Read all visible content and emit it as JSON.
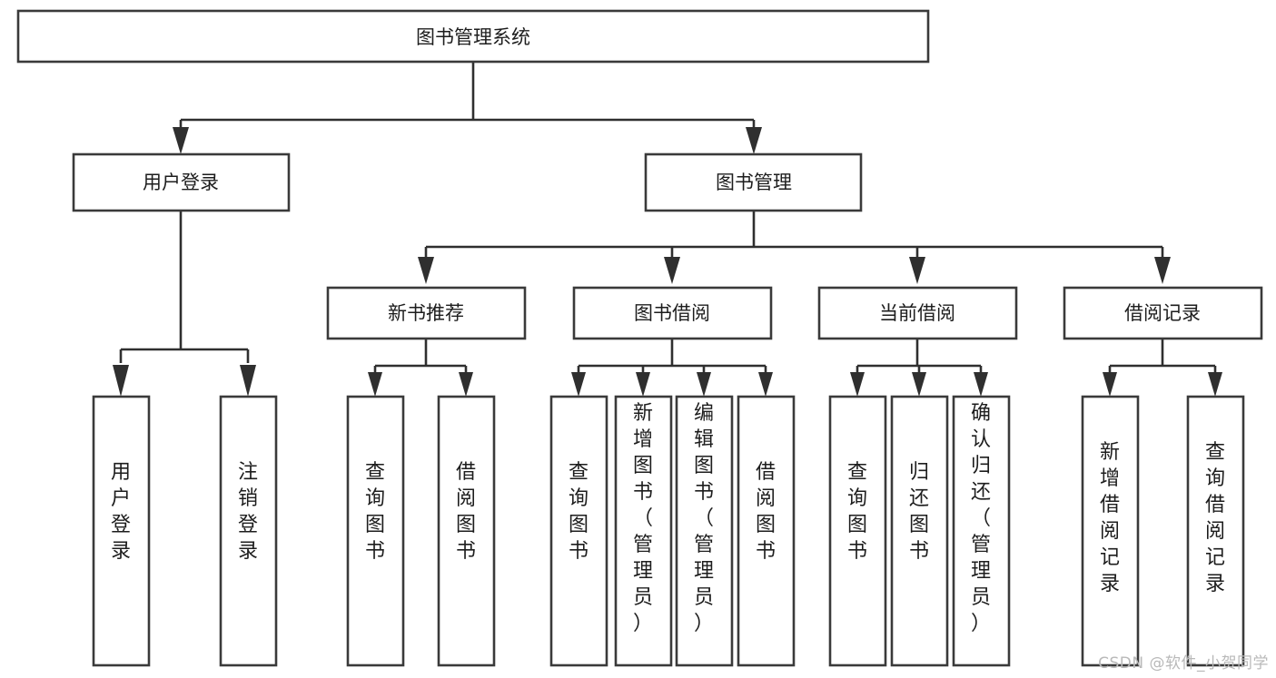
{
  "diagram": {
    "type": "hierarchy-tree",
    "title": "图书管理系统",
    "watermark": "CSDN @软件_小贺同学",
    "colors": {
      "box_stroke": "#3a3a3a",
      "box_fill": "#ffffff",
      "edge": "#2f2f2f",
      "text": "#1d1d1d",
      "watermark": "#b9b9b9"
    },
    "nodes": {
      "root": {
        "label": "图书管理系统"
      },
      "level2": [
        {
          "label": "用户登录"
        },
        {
          "label": "图书管理"
        }
      ],
      "level3": [
        {
          "label": "新书推荐"
        },
        {
          "label": "图书借阅"
        },
        {
          "label": "当前借阅"
        },
        {
          "label": "借阅记录"
        }
      ],
      "leaves": [
        {
          "label": "用户登录",
          "parent": "用户登录"
        },
        {
          "label": "注销登录",
          "parent": "用户登录"
        },
        {
          "label": "查询图书",
          "parent": "新书推荐"
        },
        {
          "label": "借阅图书",
          "parent": "新书推荐"
        },
        {
          "label": "查询图书",
          "parent": "图书借阅"
        },
        {
          "label": "新增图书（管理员）",
          "parent": "图书借阅"
        },
        {
          "label": "编辑图书（管理员）",
          "parent": "图书借阅"
        },
        {
          "label": "借阅图书",
          "parent": "图书借阅"
        },
        {
          "label": "查询图书",
          "parent": "当前借阅"
        },
        {
          "label": "归还图书",
          "parent": "当前借阅"
        },
        {
          "label": "确认归还（管理员）",
          "parent": "当前借阅"
        },
        {
          "label": "新增借阅记录",
          "parent": "借阅记录"
        },
        {
          "label": "查询借阅记录",
          "parent": "借阅记录"
        }
      ]
    }
  }
}
